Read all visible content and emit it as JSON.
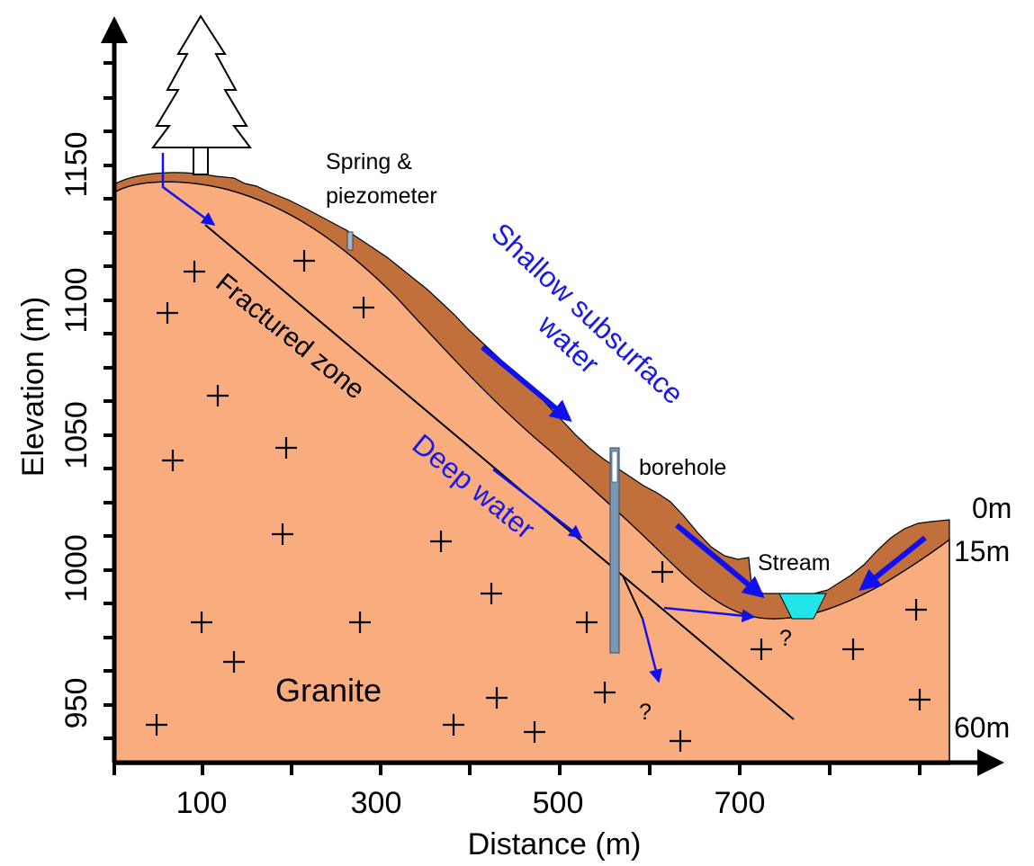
{
  "axes": {
    "y_label": "Elevation (m)",
    "x_label": "Distance (m)",
    "y_ticks": [
      "1150",
      "1100",
      "1050",
      "1000",
      "950"
    ],
    "x_ticks": [
      "100",
      "300",
      "500",
      "700"
    ]
  },
  "labels": {
    "spring_line1": "Spring &",
    "spring_line2": "piezometer",
    "shallow_line1": "Shallow subsurface",
    "shallow_line2": "water",
    "fractured_zone": "Fractured zone",
    "deep_water": "Deep water",
    "borehole": "borehole",
    "stream": "Stream",
    "granite": "Granite",
    "question_1": "?",
    "question_2": "?"
  },
  "depths": {
    "surface": "0m",
    "weathered_base": "15m",
    "bottom": "60m"
  },
  "colors": {
    "granite_fill": "#F9AD7E",
    "soil_fill": "#C1703C",
    "flow_arrow": "#1010EE",
    "label_blue": "#1A1AE6",
    "stream_fill": "#22E5EA",
    "borehole_fill": "#7B97B3",
    "axis_color": "#000000"
  },
  "icons": {
    "tree": "tree-icon",
    "granite_marks": "plus-sign-marks"
  }
}
